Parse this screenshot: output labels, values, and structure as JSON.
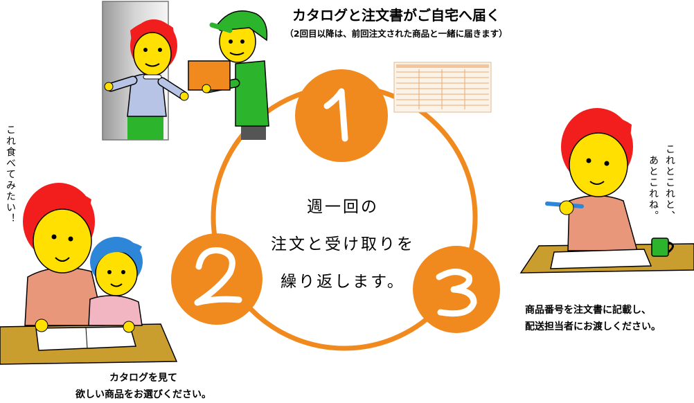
{
  "header": {
    "title": "カタログと注文書がご自宅へ届く",
    "subtitle": "（2回目以降は、前回注文された商品と一緒に届きます）"
  },
  "center": {
    "lines": [
      "週一回の",
      "注文と受け取りを",
      "繰り返します。"
    ]
  },
  "steps": [
    {
      "number": "1"
    },
    {
      "number": "2"
    },
    {
      "number": "3"
    }
  ],
  "captions": {
    "step2_line1": "カタログを見て",
    "step2_line2": "欲しい商品をお選びください。",
    "step3_line1": "商品番号を注文書に記載し、",
    "step3_line2": "配送担当者にお渡しください。"
  },
  "speech": {
    "left": "これ食べてみたい！",
    "right_line1": "これとこれと、",
    "right_line2": "あとこれね。"
  },
  "colors": {
    "accent": "#F08A1E",
    "hair_red": "#F21E1E",
    "hair_blue": "#2E86D8",
    "skin": "#FFE000",
    "shirt_green": "#2CB52C",
    "desk": "#C99E2E"
  }
}
